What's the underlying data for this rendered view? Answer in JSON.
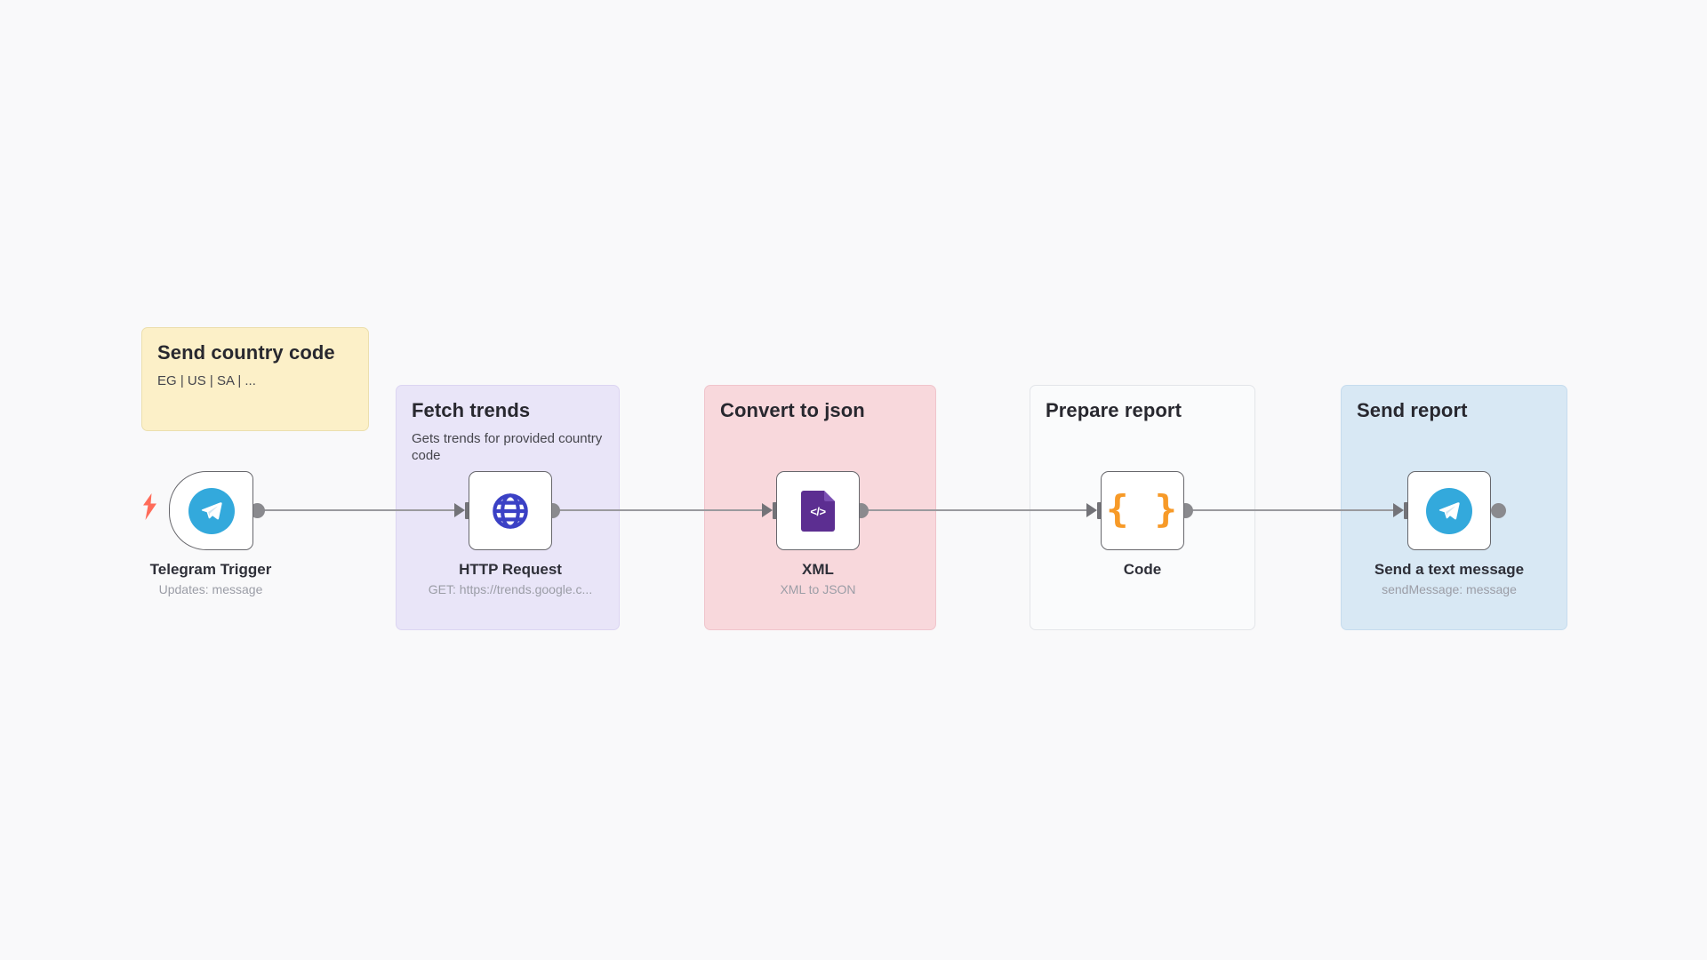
{
  "canvas": {
    "background_color": "#f9f9fa",
    "wire_color": "#9a9a9e",
    "out_port_color": "#8a8a8e",
    "in_port_color": "#737378",
    "trigger_bolt_color": "#ff6c5a"
  },
  "sticky_notes": [
    {
      "title": "Send country code",
      "body": "EG | US | SA | ...",
      "color": "#fcf0c8"
    },
    {
      "title": "Fetch trends",
      "body": "Gets trends for provided country code",
      "color": "#e9e5f8"
    },
    {
      "title": "Convert to json",
      "body": "",
      "color": "#f8d8dc"
    },
    {
      "title": "Prepare report",
      "body": "",
      "color": "#fafbfc"
    },
    {
      "title": "Send report",
      "body": "",
      "color": "#d8e8f4"
    }
  ],
  "nodes": [
    {
      "name": "Telegram Trigger",
      "subtitle": "Updates: message",
      "icon": "telegram-icon",
      "icon_color": "#33a9dc"
    },
    {
      "name": "HTTP Request",
      "subtitle": "GET: https://trends.google.c...",
      "icon": "globe-icon",
      "icon_color": "#3b41c5"
    },
    {
      "name": "XML",
      "subtitle": "XML to JSON",
      "icon": "xml-file-icon",
      "icon_color": "#5c2e91",
      "glyph": "</>"
    },
    {
      "name": "Code",
      "subtitle": "",
      "icon": "curly-braces-icon",
      "icon_color": "#f79a28",
      "glyph": "{ }"
    },
    {
      "name": "Send a text message",
      "subtitle": "sendMessage: message",
      "icon": "telegram-icon",
      "icon_color": "#33a9dc"
    }
  ]
}
